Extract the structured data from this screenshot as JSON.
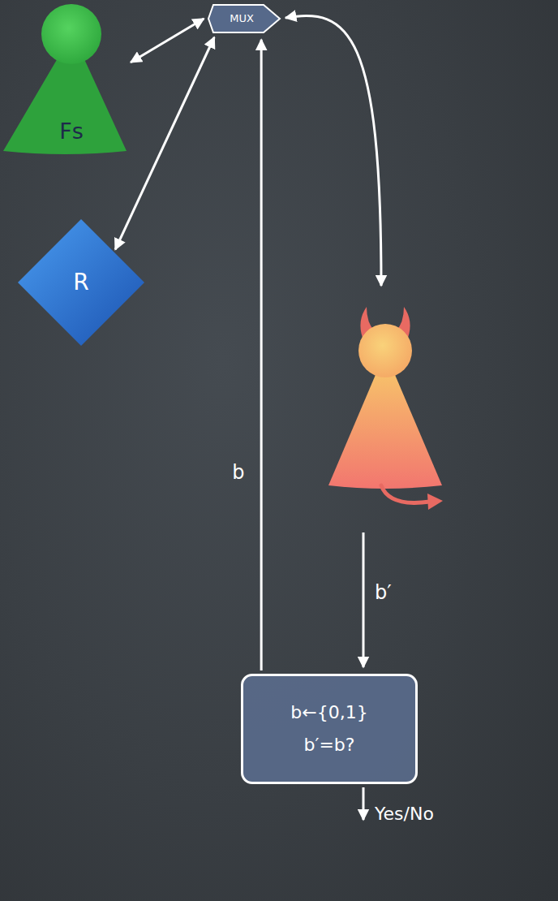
{
  "diagram": {
    "nodes": [
      {
        "text": [
          "Fs"
        ]
      },
      {
        "text": [
          "MUX"
        ]
      },
      {
        "text": [
          "R"
        ]
      },
      {
        "text": [
          "b←{0,1}",
          "b′=b?"
        ]
      }
    ],
    "edges": [
      {
        "from": 0,
        "to": 1,
        "arrow": "both"
      },
      {
        "from": 2,
        "to": 1,
        "arrow": "both"
      },
      {
        "from": 3,
        "to": 1,
        "arrow": "to",
        "label": "b"
      }
    ],
    "labels": [
      "b′",
      "Yes/No"
    ]
  }
}
